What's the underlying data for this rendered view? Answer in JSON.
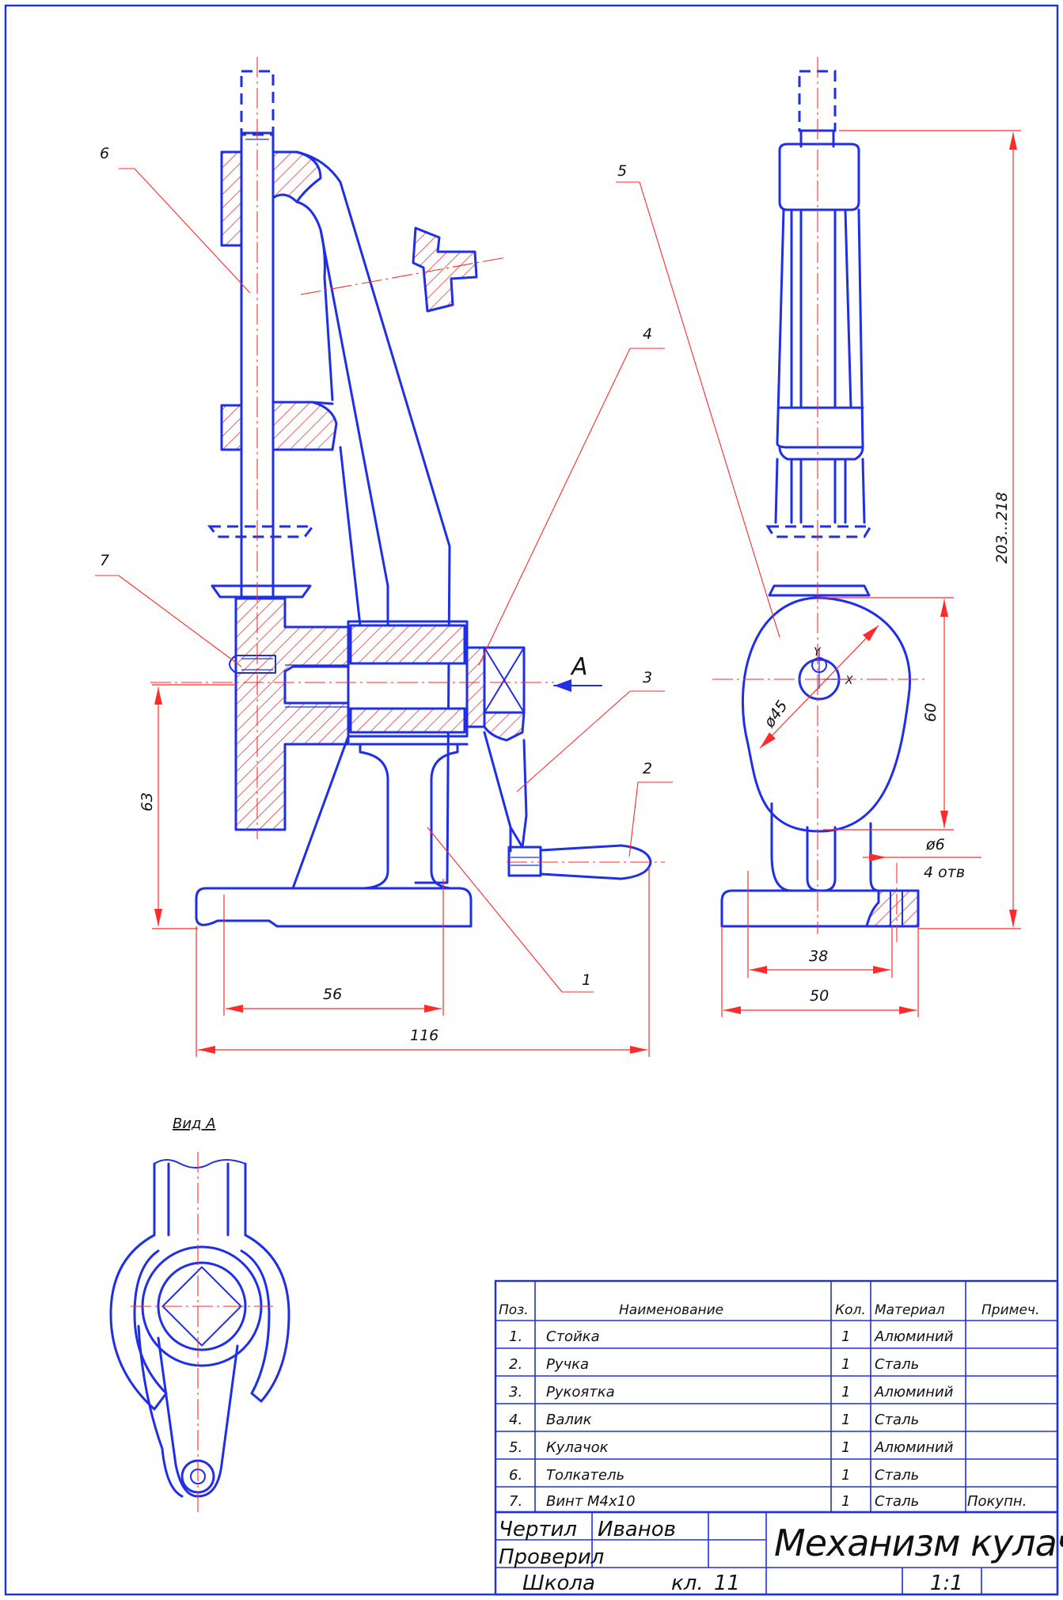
{
  "view_label": "Вид А",
  "view_arrow_letter": "A",
  "positions": [
    "1",
    "2",
    "3",
    "4",
    "5",
    "6",
    "7"
  ],
  "dimensions": {
    "d63": "63",
    "d56": "56",
    "d116": "116",
    "d38": "38",
    "d50": "50",
    "d60": "60",
    "d45": "ø45",
    "d6": "ø6",
    "holes": "4 отв",
    "stroke": "203...218"
  },
  "axis_marks": {
    "x": "X",
    "y": "Y"
  },
  "spec_table": {
    "headers": [
      "Поз.",
      "Наименование",
      "Кол.",
      "Материал",
      "Примеч."
    ],
    "rows": [
      [
        "1.",
        "Стойка",
        "1",
        "Алюминий",
        ""
      ],
      [
        "2.",
        "Ручка",
        "1",
        "Сталь",
        ""
      ],
      [
        "3.",
        "Рукоятка",
        "1",
        "Алюминий",
        ""
      ],
      [
        "4.",
        "Валик",
        "1",
        "Сталь",
        ""
      ],
      [
        "5.",
        "Кулачок",
        "1",
        "Алюминий",
        ""
      ],
      [
        "6.",
        "Толкатель",
        "1",
        "Сталь",
        ""
      ],
      [
        "7.",
        "Винт М4х10",
        "1",
        "Сталь",
        "Покупн."
      ]
    ]
  },
  "title_block": {
    "drawn_label": "Чертил",
    "drawn_by": "Иванов",
    "checked_label": "Проверил",
    "checked_by": "",
    "title": "Механизм кулачковый",
    "school_label": "Школа",
    "class_label": "кл.",
    "class_value": "11",
    "scale": "1:1"
  }
}
